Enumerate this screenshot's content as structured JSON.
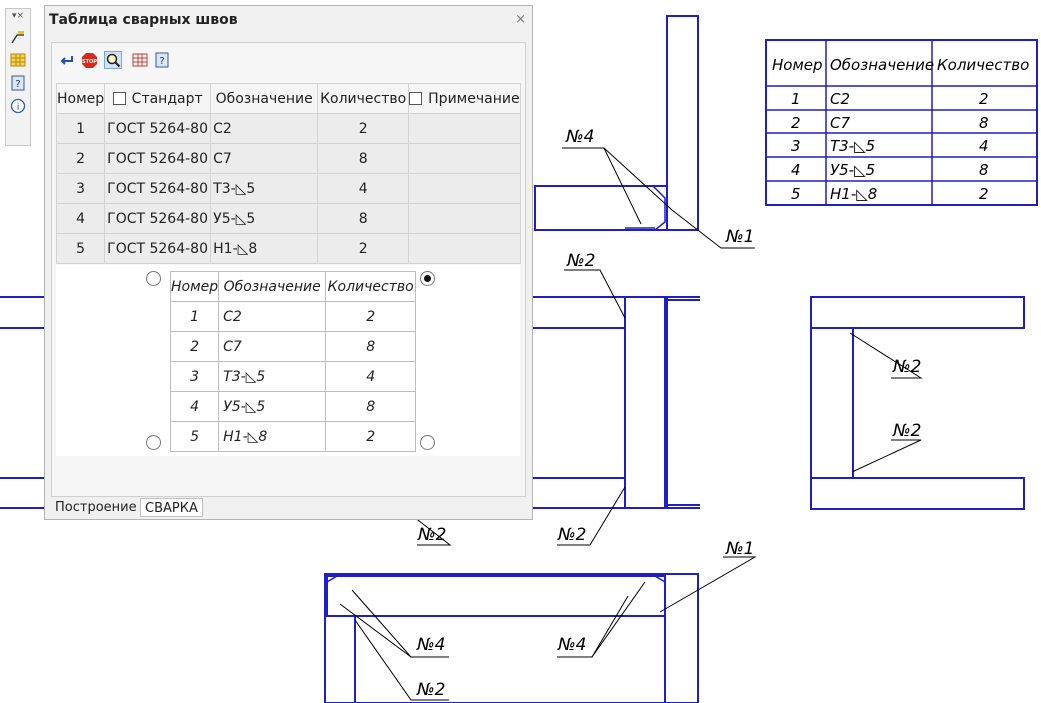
{
  "panel": {
    "title": "Таблица сварных швов",
    "close": "×",
    "tabs": [
      "Построение",
      "СВАРКА"
    ],
    "columns": [
      "Номер",
      "Стандарт",
      "Обозначение",
      "Количество",
      "Примечание"
    ],
    "rows": [
      {
        "num": "1",
        "std": "ГОСТ 5264-80",
        "des": "С2",
        "qty": "2",
        "note": ""
      },
      {
        "num": "2",
        "std": "ГОСТ 5264-80",
        "des": "С7",
        "qty": "8",
        "note": ""
      },
      {
        "num": "3",
        "std": "ГОСТ 5264-80",
        "des": "Т3-◺5",
        "qty": "4",
        "note": ""
      },
      {
        "num": "4",
        "std": "ГОСТ 5264-80",
        "des": "У5-◺5",
        "qty": "8",
        "note": ""
      },
      {
        "num": "5",
        "std": "ГОСТ 5264-80",
        "des": "Н1-◺8",
        "qty": "2",
        "note": ""
      }
    ],
    "preview": {
      "columns": [
        "Номер",
        "Обозначение",
        "Количество"
      ],
      "rows": [
        {
          "num": "1",
          "des": "С2",
          "qty": "2"
        },
        {
          "num": "2",
          "des": "С7",
          "qty": "8"
        },
        {
          "num": "3",
          "des": "Т3-◺5",
          "qty": "4"
        },
        {
          "num": "4",
          "des": "У5-◺5",
          "qty": "8"
        },
        {
          "num": "5",
          "des": "Н1-◺8",
          "qty": "2"
        }
      ]
    },
    "toolbar_icons": [
      "enter-arrow-icon",
      "stop-icon",
      "magnifier-icon",
      "table-icon",
      "help-icon"
    ]
  },
  "mini_toolbar": {
    "icons": [
      "chevron-down-icon",
      "close-icon",
      "leader-icon",
      "table-icon",
      "help-icon",
      "info-icon"
    ]
  },
  "drawing": {
    "line_color": "#1f1fc8",
    "table": {
      "columns": [
        "Номер",
        "Обозначение",
        "Количество"
      ],
      "rows": [
        {
          "num": "1",
          "des": "С2",
          "qty": "2"
        },
        {
          "num": "2",
          "des": "С7",
          "qty": "8"
        },
        {
          "num": "3",
          "des": "Т3-◺5",
          "qty": "4"
        },
        {
          "num": "4",
          "des": "У5-◺5",
          "qty": "8"
        },
        {
          "num": "5",
          "des": "Н1-◺8",
          "qty": "2"
        }
      ]
    },
    "labels": [
      "№4",
      "№1",
      "№2",
      "№2",
      "№2",
      "№2",
      "№2",
      "№1",
      "№4",
      "№4",
      "№2"
    ]
  }
}
